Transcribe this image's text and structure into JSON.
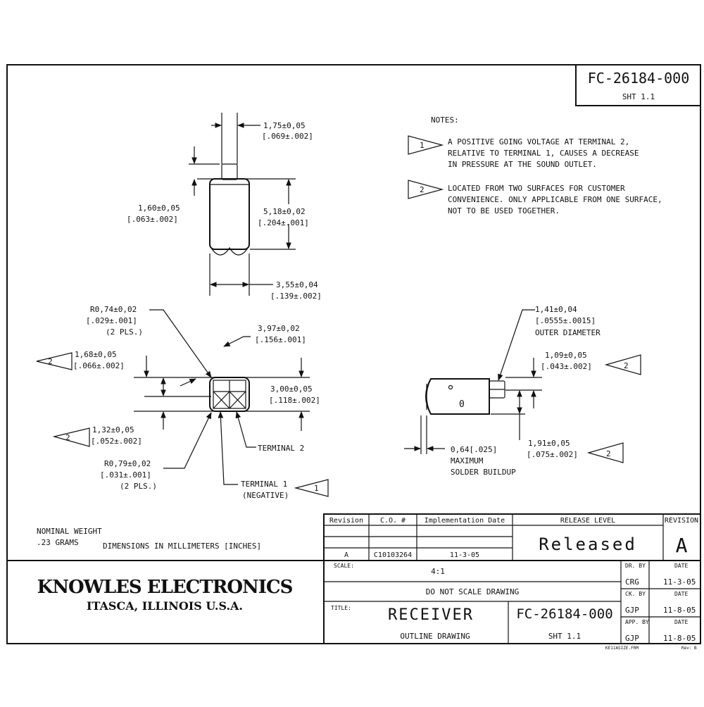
{
  "sheet": {
    "drawing_number": "FC-26184-000",
    "sheet_label": "SHT 1.1"
  },
  "notes": {
    "heading": "NOTES:",
    "items": [
      {
        "flag": "1",
        "lines": [
          "A POSITIVE GOING VOLTAGE AT TERMINAL 2,",
          "RELATIVE TO TERMINAL 1, CAUSES A DECREASE",
          "IN PRESSURE AT THE SOUND OUTLET."
        ]
      },
      {
        "flag": "2",
        "lines": [
          "LOCATED FROM TWO SURFACES FOR CUSTOMER",
          "CONVENIENCE. ONLY APPLICABLE FROM ONE SURFACE,",
          "NOT TO BE USED TOGETHER."
        ]
      }
    ]
  },
  "dimensions": {
    "d1": [
      "1,75±0,05",
      "[.069±.002]"
    ],
    "d2": [
      "1,60±0,05",
      "[.063±.002]"
    ],
    "d3": [
      "5,18±0,02",
      "[.204±.001]"
    ],
    "d4": [
      "3,55±0,04",
      "[.139±.002]"
    ],
    "d5": [
      "R0,74±0,02",
      "[.029±.001]",
      "(2 PLS.)"
    ],
    "d6": [
      "3,97±0,02",
      "[.156±.001]"
    ],
    "d7": [
      "1,68±0,05",
      "[.066±.002]"
    ],
    "d8": [
      "3,00±0,05",
      "[.118±.002]"
    ],
    "d9": [
      "1,32±0,05",
      "[.052±.002]"
    ],
    "d10": [
      "R0,79±0,02",
      "[.031±.001]",
      "(2 PLS.)"
    ],
    "d11": [
      "1,41±0,04",
      "[.0555±.0015]",
      "OUTER DIAMETER"
    ],
    "d12": [
      "1,09±0,05",
      "[.043±.002]"
    ],
    "d13": [
      "1,91±0,05",
      "[.075±.002]"
    ],
    "d14": [
      "0,64[.025]",
      "MAXIMUM",
      "SOLDER BUILDUP"
    ],
    "flag2": "2",
    "flag1": "1",
    "terminal2": "TERMINAL 2",
    "terminal1": [
      "TERMINAL 1",
      "(NEGATIVE)"
    ],
    "side_mark": "0"
  },
  "info": {
    "weight": [
      "NOMINAL WEIGHT",
      ".23 GRAMS"
    ],
    "units": "DIMENSIONS IN MILLIMETERS [INCHES]"
  },
  "revision_table": {
    "headers": [
      "Revision",
      "C.O. #",
      "Implementation Date"
    ],
    "row": [
      "A",
      "C10103264",
      "11-3-05"
    ],
    "release_header": "RELEASE LEVEL",
    "release_value": "Released",
    "revision_header": "REVISION",
    "revision_value": "A"
  },
  "title_block": {
    "company": "KNOWLES ELECTRONICS",
    "location": "ITASCA, ILLINOIS U.S.A.",
    "scale_label": "SCALE:",
    "scale_value": "4:1",
    "no_scale": "DO NOT SCALE DRAWING",
    "title_label": "TITLE:",
    "title": "RECEIVER",
    "subtitle": "OUTLINE DRAWING",
    "drawing_number": "FC-26184-000",
    "sheet": "SHT 1.1",
    "dr_by_label": "DR. BY",
    "dr_by": "CRG",
    "ck_by_label": "CK. BY",
    "ck_by": "GJP",
    "app_by_label": "APP. BY",
    "app_by": "GJP",
    "date_label": "DATE",
    "dr_date": "11-3-05",
    "ck_date": "11-8-05",
    "app_date": "11-8-05",
    "file_ref": "KE11ASIZE.FRM",
    "rev_ref": "Rev: B"
  }
}
